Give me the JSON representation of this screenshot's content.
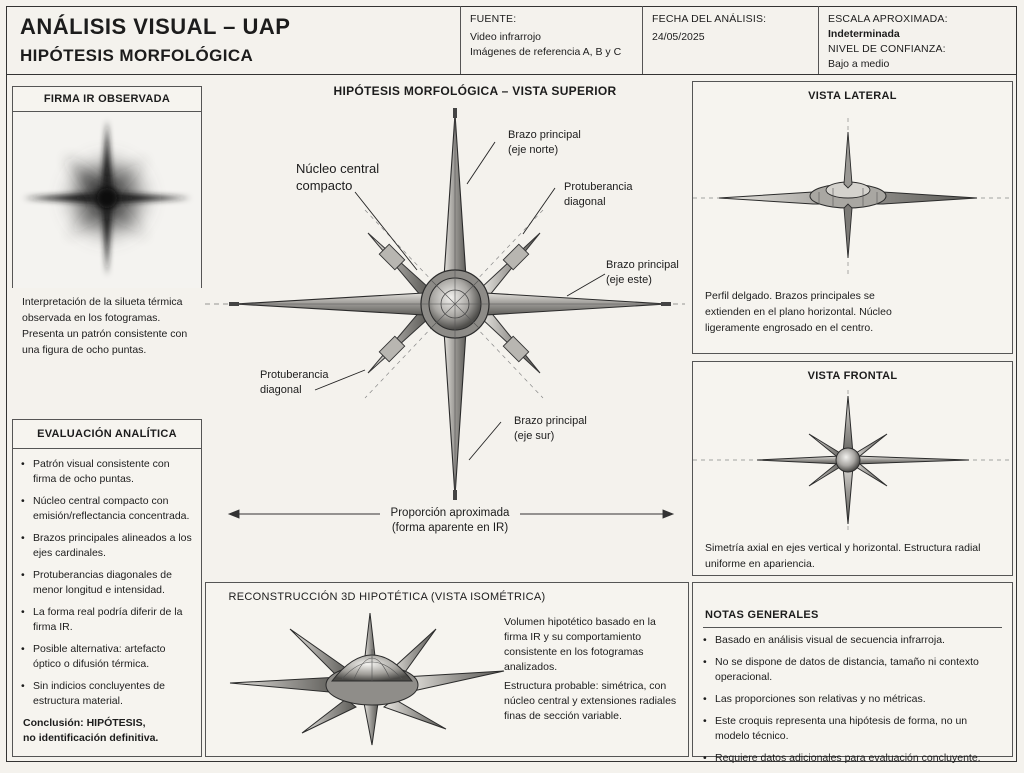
{
  "header": {
    "title": "ANÁLISIS VISUAL – UAP",
    "subtitle": "HIPÓTESIS MORFOLÓGICA",
    "source": {
      "label": "FUENTE:",
      "line1": "Video infrarrojo",
      "line2": "Imágenes de referencia A, B y C"
    },
    "date": {
      "label": "FECHA DEL ANÁLISIS:",
      "value": "24/05/2025"
    },
    "scale": {
      "label": "ESCALA APROXIMADA:",
      "value": "Indeterminada",
      "confidence_label": "NIVEL DE CONFIANZA:",
      "confidence_value": "Bajo a medio"
    }
  },
  "ir_panel": {
    "title": "FIRMA IR OBSERVADA",
    "description": "Interpretación de la silueta térmica observada en los fotogramas. Presenta un patrón consistente con una figura de ocho puntas."
  },
  "evaluation": {
    "title": "EVALUACIÓN ANALÍTICA",
    "items": [
      "Patrón visual consistente con firma de ocho puntas.",
      "Núcleo central compacto con emisión/reflectancia concentrada.",
      "Brazos principales alineados a los ejes cardinales.",
      "Protuberancias diagonales de menor longitud e intensidad.",
      "La forma real podría diferir de la firma IR.",
      "Posible alternativa: artefacto óptico o difusión térmica.",
      "Sin indicios concluyentes de estructura material."
    ],
    "conclusion_line1": "Conclusión: HIPÓTESIS,",
    "conclusion_line2": "no identificación definitiva."
  },
  "top_view": {
    "title": "HIPÓTESIS MORFOLÓGICA – VISTA SUPERIOR",
    "labels": {
      "core_line1": "Núcleo central",
      "core_line2": "compacto",
      "north_line1": "Brazo principal",
      "north_line2": "(eje norte)",
      "diag_ne_line1": "Protuberancia",
      "diag_ne_line2": "diagonal",
      "east_line1": "Brazo principal",
      "east_line2": "(eje este)",
      "diag_sw_line1": "Protuberancia",
      "diag_sw_line2": "diagonal",
      "south_line1": "Brazo principal",
      "south_line2": "(eje sur)"
    },
    "proportion_line1": "Proporción aproximada",
    "proportion_line2": "(forma aparente en IR)"
  },
  "lateral_view": {
    "title": "VISTA LATERAL",
    "description": "Perfil delgado. Brazos principales se extienden en el plano horizontal. Núcleo ligeramente engrosado en el centro."
  },
  "frontal_view": {
    "title": "VISTA FRONTAL",
    "description": "Simetría axial en ejes vertical y horizontal. Estructura radial uniforme en apariencia."
  },
  "reconstruction": {
    "title": "RECONSTRUCCIÓN 3D HIPOTÉTICA (VISTA ISOMÉTRICA)",
    "paragraph1": "Volumen hipotético basado en la firma IR y su comportamiento consistente en los fotogramas analizados.",
    "paragraph2": "Estructura probable: simétrica, con núcleo central y extensiones radiales finas de sección variable."
  },
  "notes": {
    "title": "NOTAS GENERALES",
    "items": [
      "Basado en análisis visual de secuencia infrarroja.",
      "No se dispone de datos de distancia, tamaño ni contexto operacional.",
      "Las proporciones son relativas y no métricas.",
      "Este croquis representa una hipótesis de forma, no un modelo técnico.",
      "Requiere datos adicionales para evaluación concluyente."
    ]
  }
}
